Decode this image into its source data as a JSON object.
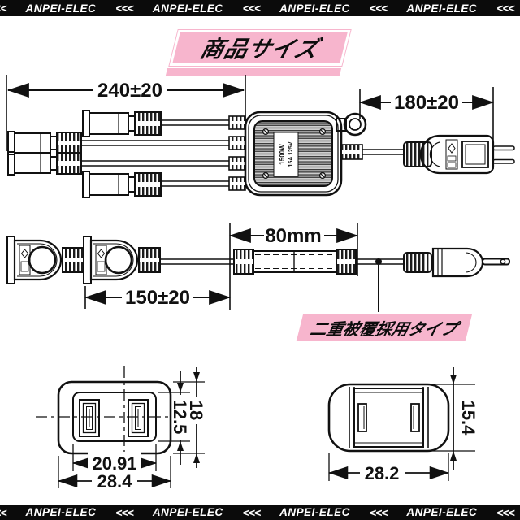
{
  "banner": {
    "brand": "ANPEI-ELEC",
    "chevron": "<<<"
  },
  "header": {
    "title": "商品サイズ"
  },
  "callout": {
    "label": "二重被覆採用タイプ"
  },
  "colors": {
    "pink": "#F7B5CD",
    "ink": "#111111"
  },
  "dimensions": {
    "splitter_length": "240±20",
    "plug_cable_length": "180±20",
    "socket_spacing": "150±20",
    "sleeve_length": "80mm",
    "outlet_outer_height": "18",
    "outlet_inner_height": "12.5",
    "outlet_inner_width": "20.91",
    "outlet_outer_width": "28.4",
    "plug_height": "15.4",
    "plug_width": "28.2"
  },
  "body_label": {
    "line1": "1500W",
    "line2": "15A 125V"
  }
}
